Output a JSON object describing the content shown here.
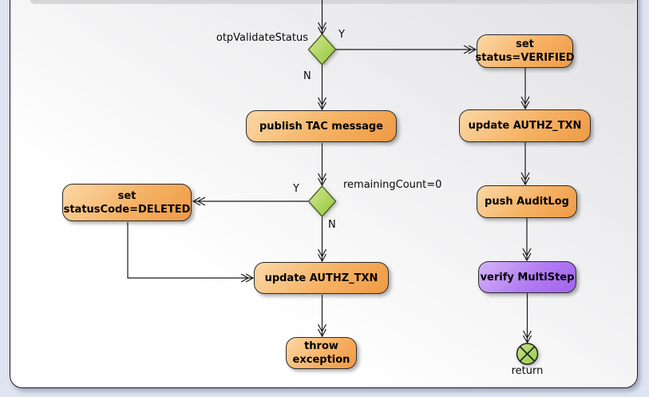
{
  "diagram": {
    "nodes": {
      "set_verified": {
        "line1": "set",
        "line2": "status=VERIFIED"
      },
      "update_authz_right": {
        "label": "update AUTHZ_TXN"
      },
      "push_auditlog": {
        "label": "push AuditLog"
      },
      "verify_multistep": {
        "label": "verify MultiStep"
      },
      "publish_tac": {
        "label": "publish TAC message"
      },
      "set_deleted": {
        "line1": "set",
        "line2": "statusCode=DELETED"
      },
      "update_authz_mid": {
        "label": "update AUTHZ_TXN"
      },
      "throw_exception": {
        "line1": "throw",
        "line2": "exception"
      }
    },
    "decisions": {
      "otp_validate": {
        "label": "otpValidateStatus",
        "yes": "Y",
        "no": "N"
      },
      "remaining_count": {
        "label": "remainingCount=0",
        "yes": "Y",
        "no": "N"
      }
    },
    "final": {
      "label": "return"
    },
    "colors": {
      "action_fill": "#f5b264",
      "action_border": "#2b2b2b",
      "multistep_fill": "#b27cf3",
      "decision_fill": "#a9d156",
      "final_fill": "#a8d45e",
      "canvas_top_right": "#e1e1e4",
      "page_background": "#dfe4f1"
    }
  }
}
